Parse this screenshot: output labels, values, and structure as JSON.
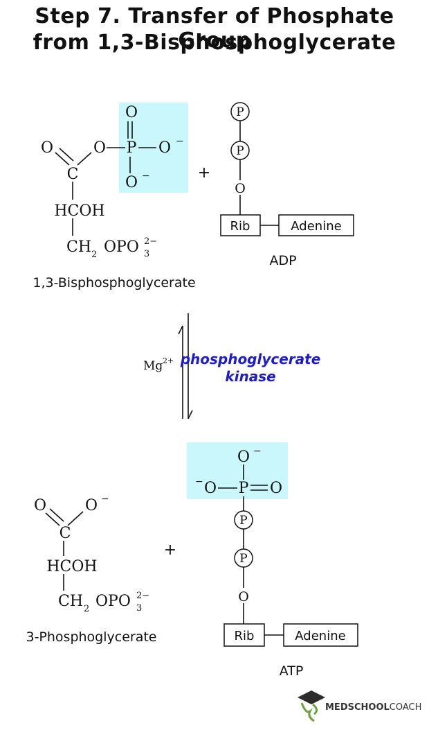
{
  "title": {
    "line1": "Step 7. Transfer of Phosphate Group",
    "line2": "from 1,3-Bisphosphoglycerate"
  },
  "reactant_1": {
    "name": "1,3-Bisphosphoglycerate",
    "atoms": {
      "o_carbonyl": "O",
      "o_ester": "O",
      "p": "P",
      "o_top": "O",
      "o_right": "O",
      "o_bottom": "O",
      "charge_right": "−",
      "charge_bottom": "−",
      "c": "C",
      "hcoh": "HCOH",
      "ch2": "CH",
      "ch2_sub": "2",
      "opo": "OPO",
      "charge_sup": "2−",
      "opo_sub": "3"
    }
  },
  "reactant_2": {
    "name": "ADP",
    "p1": "P",
    "p2": "P",
    "o": "O",
    "rib": "Rib",
    "adenine": "Adenine"
  },
  "plus": "+",
  "arrow": {
    "cofactor": "Mg",
    "cofactor_sup": "2+",
    "enzyme_line1": "phosphoglycerate",
    "enzyme_line2": "kinase"
  },
  "product_1": {
    "name": "3-Phosphoglycerate",
    "atoms": {
      "o_carbonyl": "O",
      "o_right": "O",
      "charge": "−",
      "c": "C",
      "hcoh": "HCOH",
      "ch2": "CH",
      "ch2_sub": "2",
      "opo": "OPO",
      "charge_sup": "2−",
      "opo_sub": "3"
    }
  },
  "product_2": {
    "name": "ATP",
    "phosphate": {
      "o_top": "O",
      "charge_top": "−",
      "charge_left": "−",
      "o_left": "O",
      "p": "P",
      "o_right": "O"
    },
    "p1": "P",
    "p2": "P",
    "o": "O",
    "rib": "Rib",
    "adenine": "Adenine"
  },
  "brand": {
    "name_bold": "MEDSCHOOL",
    "name_rest": "COACH"
  },
  "colors": {
    "highlight": "#c9f7fb",
    "enzyme": "#1c1ccc",
    "logo_green": "#6aa23a",
    "logo_dark": "#222222"
  }
}
